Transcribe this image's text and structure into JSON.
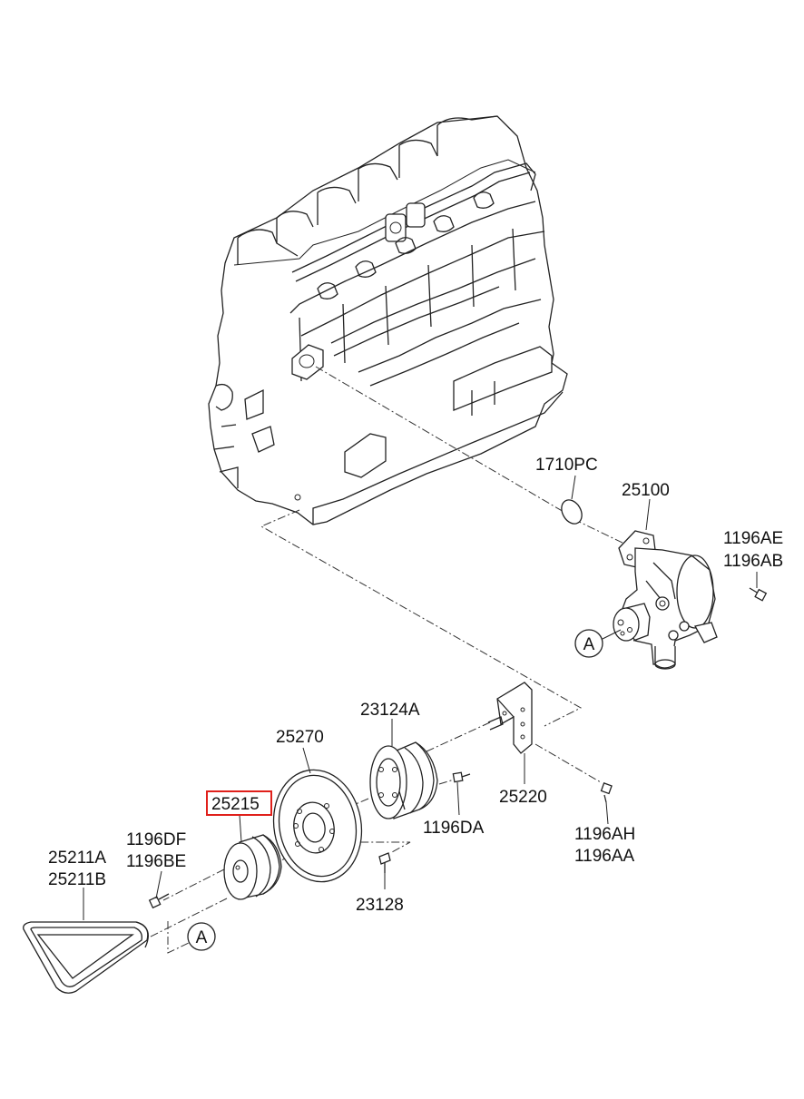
{
  "labels": {
    "p1710PC": "1710PC",
    "p25100": "25100",
    "p1196AE": "1196AE",
    "p1196AB": "1196AB",
    "p23124A": "23124A",
    "p25270": "25270",
    "p25215": "25215",
    "p25220": "25220",
    "p1196DA": "1196DA",
    "p1196AH": "1196AH",
    "p1196AA": "1196AA",
    "p1196DF": "1196DF",
    "p1196BE": "1196BE",
    "p25211A": "25211A",
    "p25211B": "25211B",
    "p23128": "23128",
    "ref_a_top": "A",
    "ref_a_bottom": "A"
  },
  "highlight": {
    "part": "25215",
    "color": "#e0201b"
  }
}
